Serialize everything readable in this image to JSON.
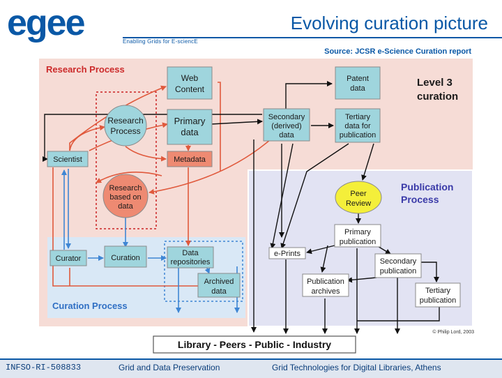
{
  "header": {
    "logo_text": "egee",
    "tagline": "Enabling Grids for E-sciencE",
    "title": "Evolving curation picture",
    "source": "Source: JCSR e-Science Curation report"
  },
  "diagram": {
    "regions": {
      "research": "Research Process",
      "level3": [
        "Level 3",
        "curation"
      ],
      "publication": [
        "Publication",
        "Process"
      ],
      "curation": "Curation Process"
    },
    "nodes": {
      "web_content": [
        "Web",
        "Content"
      ],
      "research_process": [
        "Research",
        "Process"
      ],
      "primary_data": [
        "Primary",
        "data"
      ],
      "metadata": "Metadata",
      "scientist": "Scientist",
      "research_based": [
        "Research",
        "based on",
        "data"
      ],
      "curator": "Curator",
      "curation": "Curation",
      "data_repositories": [
        "Data",
        "repositories"
      ],
      "archived_data": [
        "Archived",
        "data"
      ],
      "patent_data": [
        "Patent",
        "data"
      ],
      "secondary_data": [
        "Secondary",
        "(derived)",
        "data"
      ],
      "tertiary_data": [
        "Tertiary",
        "data for",
        "publication"
      ],
      "peer_review": [
        "Peer",
        "Review"
      ],
      "primary_publication": [
        "Primary",
        "publication"
      ],
      "eprints": "e-Prints",
      "secondary_publication": [
        "Secondary",
        "publication"
      ],
      "publication_archives": [
        "Publication",
        "archives"
      ],
      "tertiary_publication": [
        "Tertiary",
        "publication"
      ]
    },
    "copyright": "© Philip Lord, 2003",
    "audience": "Library - Peers - Public - Industry"
  },
  "footer": {
    "left": "INFSO-RI-508833",
    "middle": "Grid and Data Preservation",
    "right": "Grid Technologies for Digital Libraries, Athens"
  },
  "colors": {
    "brand_blue": "#0a58a6",
    "research_bg": "#f6dcd6",
    "publication_bg": "#e2e3f3",
    "curation_bg": "#d9e8f6",
    "node_fill": "#9fd5dd",
    "metadata_fill": "#ee8a72",
    "peer_fill": "#f4ef3a",
    "red_line": "#e0593c",
    "blue_line": "#3f86d4"
  }
}
